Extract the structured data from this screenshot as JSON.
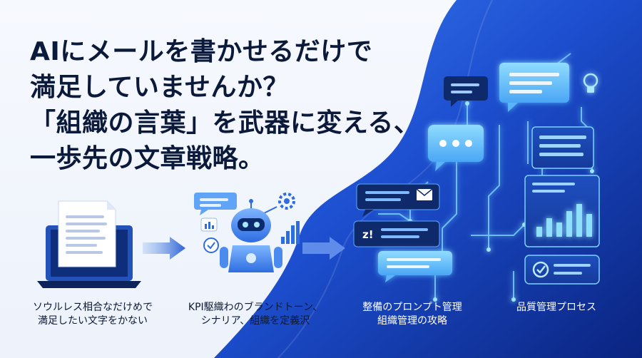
{
  "headline": {
    "line1": "AIにメールを書かせるだけで",
    "line2": "満足していませんか？",
    "line3": "「組織の言葉」を武器に変える、",
    "line4": "一歩先の文章戦略。"
  },
  "steps": [
    {
      "line1": "ソウルレス相合なだけめで",
      "line2": "満足したい文字をかない"
    },
    {
      "line1": "KPI駆織わのブランドトーン、",
      "line2": "シナリア、組織を定義沢"
    },
    {
      "line1": "整備のプロンプト管理",
      "line2": "組織管理の攻略"
    },
    {
      "line1": "品質管理プロセス",
      "line2": ""
    }
  ],
  "icons": {
    "laptop": "laptop-document-icon",
    "robot": "ai-robot-icon",
    "gear": "gear-icon",
    "mail": "mail-icon",
    "lightbulb": "lightbulb-icon",
    "check": "check-icon",
    "arrow": "right-arrow-icon"
  },
  "colors": {
    "headline": "#0b1a3a",
    "accent_blue": "#2b6fe0",
    "deep_blue": "#0a2a8c",
    "glow": "#6fd0ff"
  }
}
